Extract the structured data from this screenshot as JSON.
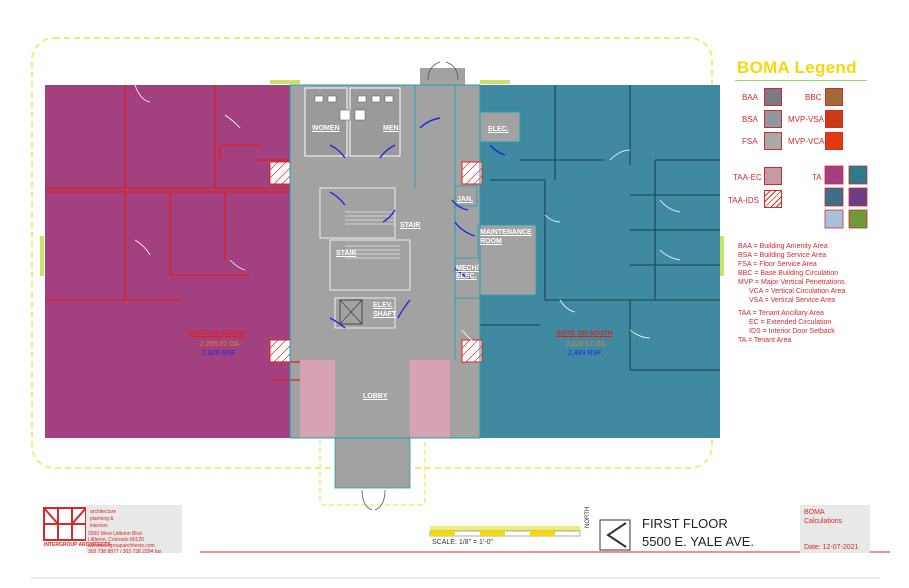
{
  "legend": {
    "title": "BOMA Legend",
    "items": [
      {
        "code": "BAA",
        "color": "#7a7a86"
      },
      {
        "code": "BBC",
        "color": "#a06a3a"
      },
      {
        "code": "BSA",
        "color": "#8c9aa0"
      },
      {
        "code": "MVP-VSA",
        "color": "#cc3a16"
      },
      {
        "code": "FSA",
        "color": "#a9a9a9"
      },
      {
        "code": "MVP-VCA",
        "color": "#e23a10"
      },
      {
        "code": "TAA-EC",
        "color": "#c39aa6"
      },
      {
        "code": "TA",
        "color": "#a3407f"
      },
      {
        "code": "TAA-IDS",
        "color": "#ffffff"
      }
    ],
    "ta_extra_colors": [
      "#2f7a8c",
      "#6a3f86",
      "#a8c0d8",
      "#6f9a3c",
      "#4a6a88"
    ],
    "abbreviations": [
      "BAA = Building Amenity Area",
      "BSA = Building Service Area",
      "FSA = Floor Service Area",
      "BBC = Base Building Circulation",
      "MVP = Major Vertical Penetrations",
      "VCA = Vertical Circulation Area",
      "VSA = Vertical Service Area",
      "TAA = Tenant Ancillary Area",
      "EC = Extended Circulation",
      "IDS = Interior Door Setback",
      "TA = Tenant Area"
    ]
  },
  "rooms": {
    "women": "WOMEN",
    "men": "MEN",
    "elec": "ELEC.",
    "jan": "JAN.",
    "stair_1": "STAIR",
    "stair_2": "STAIR",
    "maintenance_1": "MAINTENANCE",
    "maintenance_2": "ROOM",
    "mech_1": "MECH/",
    "mech_2": "ELEC.",
    "elev_1": "ELEV.",
    "elev_2": "SHAFT",
    "lobby": "LOBBY"
  },
  "suites": {
    "north": {
      "name": "SUITE 100 NORTH",
      "oa": "2,295.32 OA",
      "rsf": "2,829 RSF"
    },
    "south": {
      "name": "SUITE 100 SOUTH",
      "oa": "2,028.17 OA",
      "rsf": "2,499 RSF"
    }
  },
  "colors": {
    "tenant_north": "#a3407f",
    "tenant_south": "#3f8aa0",
    "core": "#a2a2a2",
    "wall_red": "#e0201c",
    "door_blue": "#1f2ad8",
    "lobby_pink": "#d7a3b2",
    "setback_yellow": "#f0ec7a"
  },
  "firm": {
    "logo_name": "INTERGROUP ARCHITECTS",
    "services": [
      "architecture",
      "planning &",
      "interiors"
    ],
    "address": [
      "2000 West Littleton Blvd",
      "Littleton, Colorado 80120",
      "www.intergrouparchitects.com",
      "303 738 8877 / 303 738 2294 fax"
    ]
  },
  "scale": {
    "label": "SCALE: 1/8\" = 1'-0\""
  },
  "north_arrow": {
    "label": "NORTH"
  },
  "title_block": {
    "line1": "FIRST FLOOR",
    "line2": "5500 E. YALE AVE."
  },
  "calc_block": {
    "line1": "BOMA",
    "line2": "Calculations",
    "date": "Date: 12-07-2021"
  }
}
